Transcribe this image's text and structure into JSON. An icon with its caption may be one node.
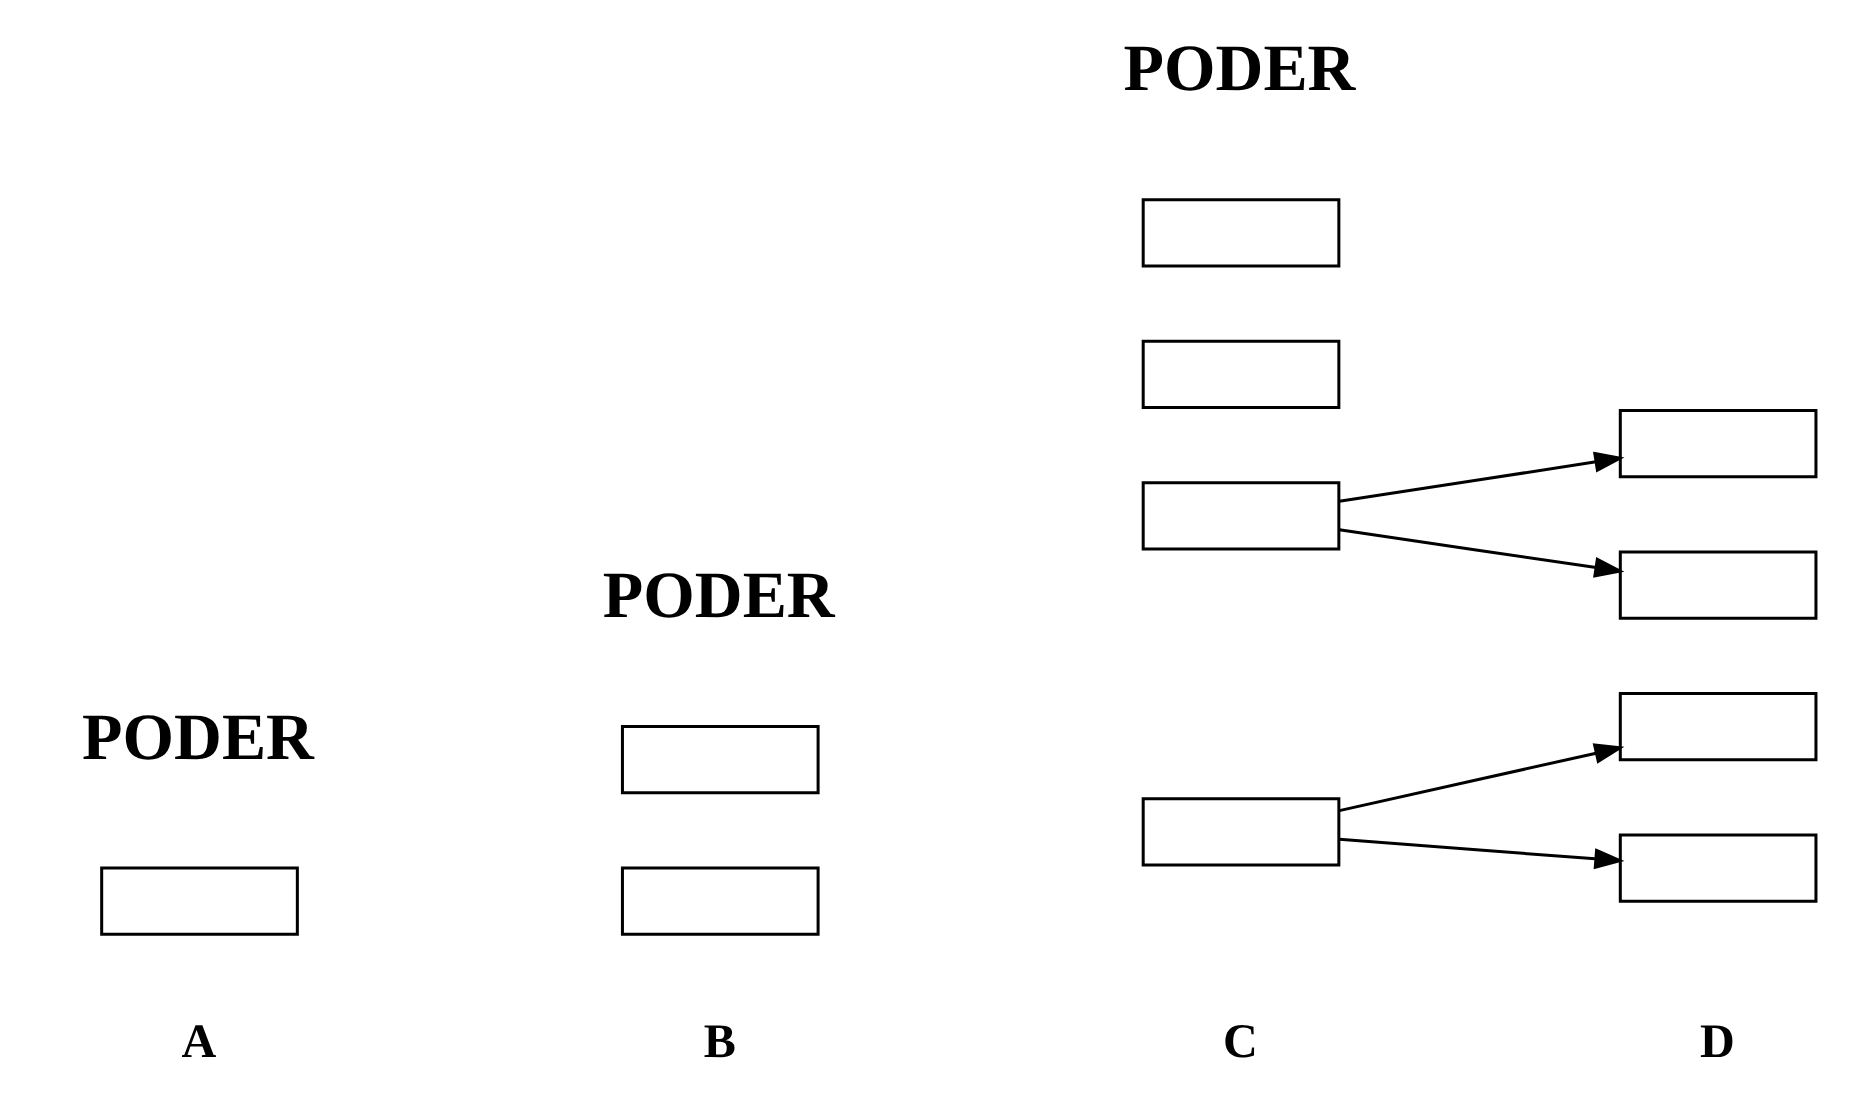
{
  "diagram": {
    "nodes": [
      {
        "text": [],
        "shape": "box"
      },
      {
        "text": [],
        "shape": "box"
      },
      {
        "text": [],
        "shape": "box"
      },
      {
        "text": [],
        "shape": "box"
      },
      {
        "text": [],
        "shape": "box"
      },
      {
        "text": [],
        "shape": "box"
      },
      {
        "text": [],
        "shape": "box"
      },
      {
        "text": [],
        "shape": "box"
      },
      {
        "text": [],
        "shape": "box"
      },
      {
        "text": [],
        "shape": "box"
      },
      {
        "text": [],
        "shape": "box"
      }
    ],
    "edges": [
      {
        "from": 3,
        "to": 4,
        "arrow": "to"
      },
      {
        "from": 3,
        "to": 5,
        "arrow": "to"
      },
      {
        "from": 6,
        "to": 7,
        "arrow": "to"
      },
      {
        "from": 6,
        "to": 8,
        "arrow": "to"
      }
    ],
    "labels": [
      "A",
      "B",
      "C",
      "D",
      "PODER",
      "PODER",
      "PODER"
    ]
  }
}
